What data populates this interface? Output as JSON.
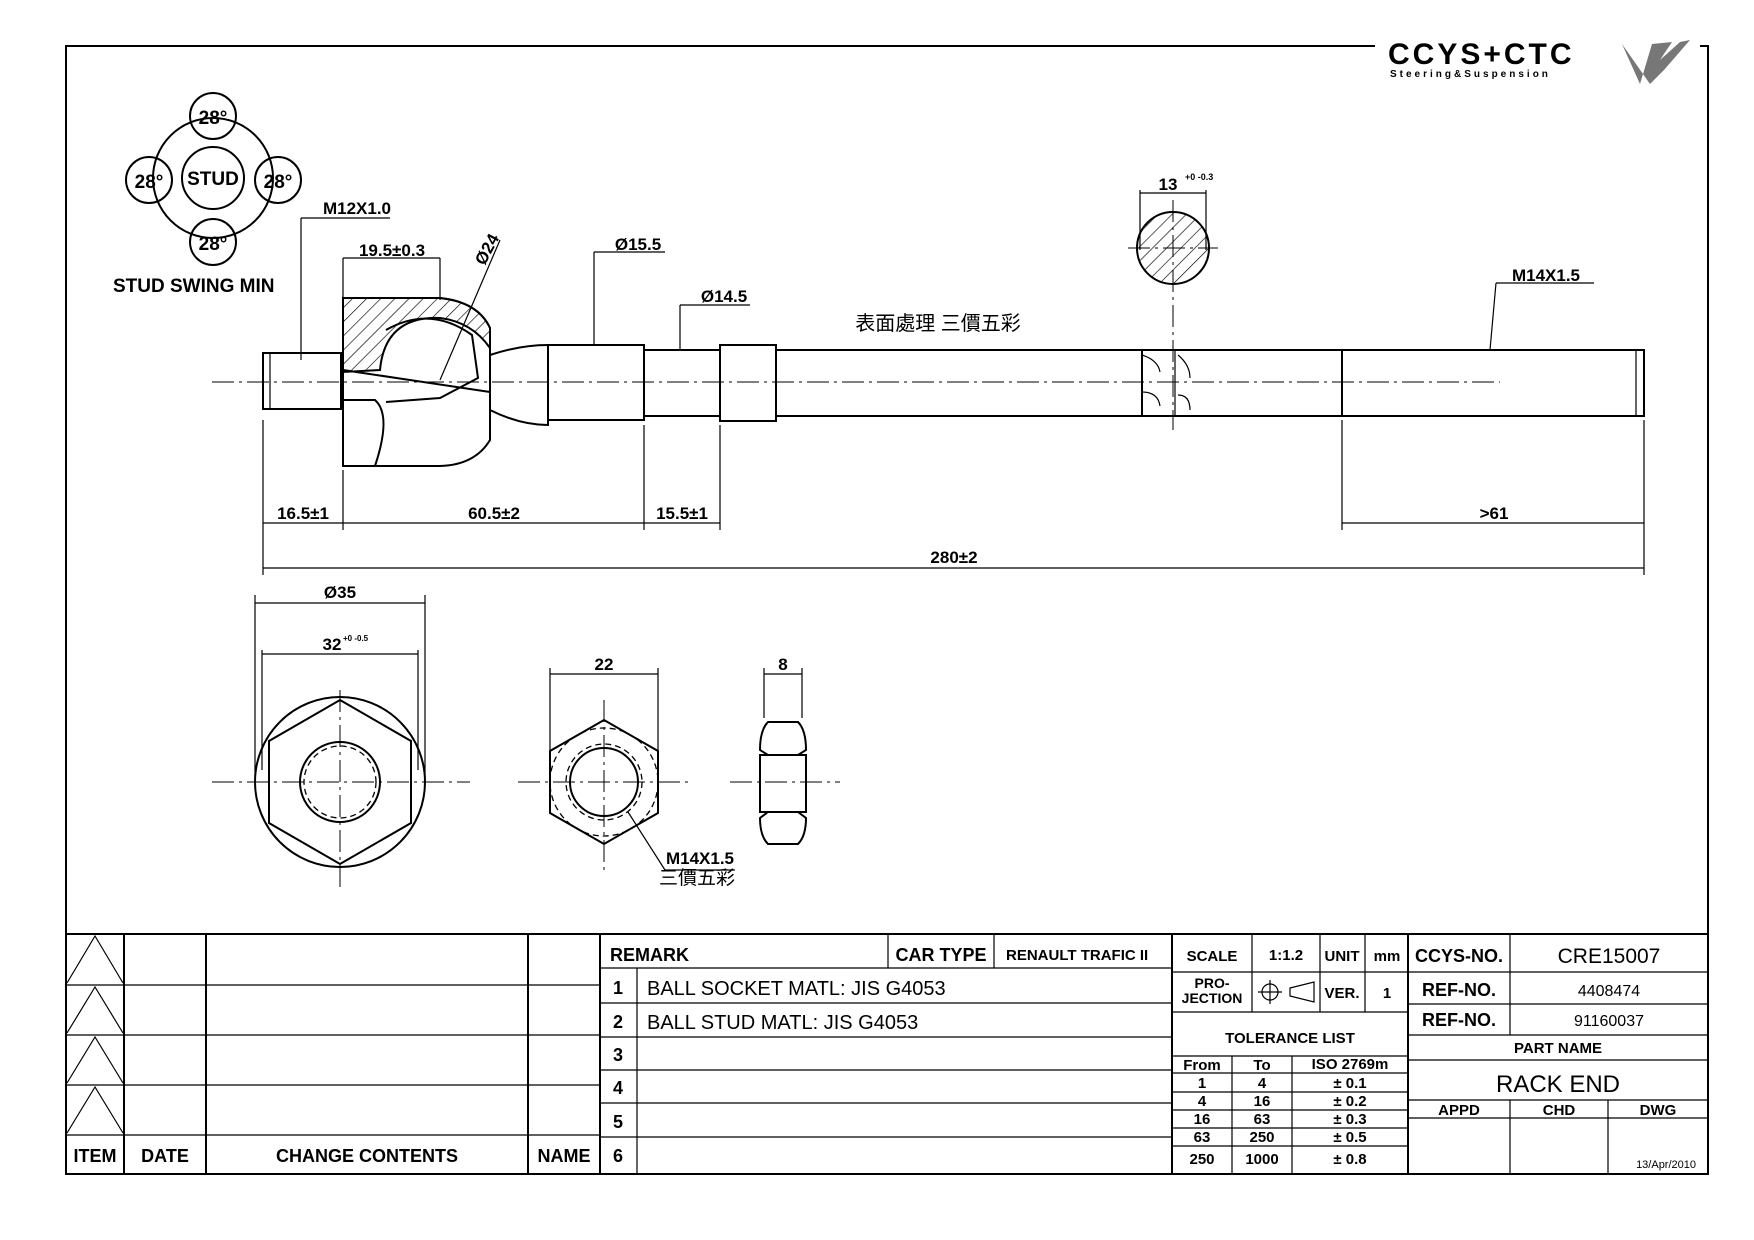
{
  "logo": {
    "brand": "CCYS+CTC",
    "tagline": "Steering&Suspension"
  },
  "stud_swing": {
    "center": "STUD",
    "angles": [
      "28°",
      "28°",
      "28°",
      "28°"
    ],
    "caption": "STUD SWING MIN"
  },
  "dimensions": {
    "m12": "M12X1.0",
    "socket_len": "19.5±0.3",
    "sphere_dia": "Ø24",
    "dia15_5": "Ø15.5",
    "dia14_5": "Ø14.5",
    "surface_note": "表面處理 三價五彩",
    "flat": "13",
    "flat_tol": "+0 -0.3",
    "m14_thread": "M14X1.5",
    "d16_5": "16.5±1",
    "d60_5": "60.5±2",
    "d15_5": "15.5±1",
    "d61": ">61",
    "d280": "280±2",
    "dia35": "Ø35",
    "d32": "32",
    "d32_tol": "+0 -0.5",
    "nut_width": "22",
    "nut_thick": "8",
    "nut_thread": "M14X1.5",
    "nut_note": "三價五彩"
  },
  "revision_table": {
    "headers": [
      "ITEM",
      "DATE",
      "CHANGE CONTENTS",
      "NAME"
    ]
  },
  "remark": {
    "title": "REMARK",
    "car_type_label": "CAR TYPE",
    "car_type": "RENAULT TRAFIC II",
    "rows": [
      {
        "no": "1",
        "text": "BALL SOCKET  MATL: JIS G4053"
      },
      {
        "no": "2",
        "text": "BALL STUD  MATL: JIS G4053"
      },
      {
        "no": "3",
        "text": ""
      },
      {
        "no": "4",
        "text": ""
      },
      {
        "no": "5",
        "text": ""
      },
      {
        "no": "6",
        "text": ""
      }
    ]
  },
  "scale_block": {
    "scale_label": "SCALE",
    "scale": "1:1.2",
    "unit_label": "UNIT",
    "unit": "mm",
    "projection_label": "PRO-JECTION",
    "ver_label": "VER.",
    "ver": "1"
  },
  "tolerance": {
    "title": "TOLERANCE LIST",
    "headers": [
      "From",
      "To",
      "ISO 2769m"
    ],
    "rows": [
      [
        "1",
        "4",
        "± 0.1"
      ],
      [
        "4",
        "16",
        "± 0.2"
      ],
      [
        "16",
        "63",
        "± 0.3"
      ],
      [
        "63",
        "250",
        "± 0.5"
      ],
      [
        "250",
        "1000",
        "± 0.8"
      ]
    ]
  },
  "title_block": {
    "ccys_label": "CCYS-NO.",
    "ccys_no": "CRE15007",
    "ref1_label": "REF-NO.",
    "ref1": "4408474",
    "ref2_label": "REF-NO.",
    "ref2": "91160037",
    "part_name_label": "PART NAME",
    "part_name": "RACK END",
    "appd": "APPD",
    "chd": "CHD",
    "dwg": "DWG",
    "date": "13/Apr/2010"
  }
}
